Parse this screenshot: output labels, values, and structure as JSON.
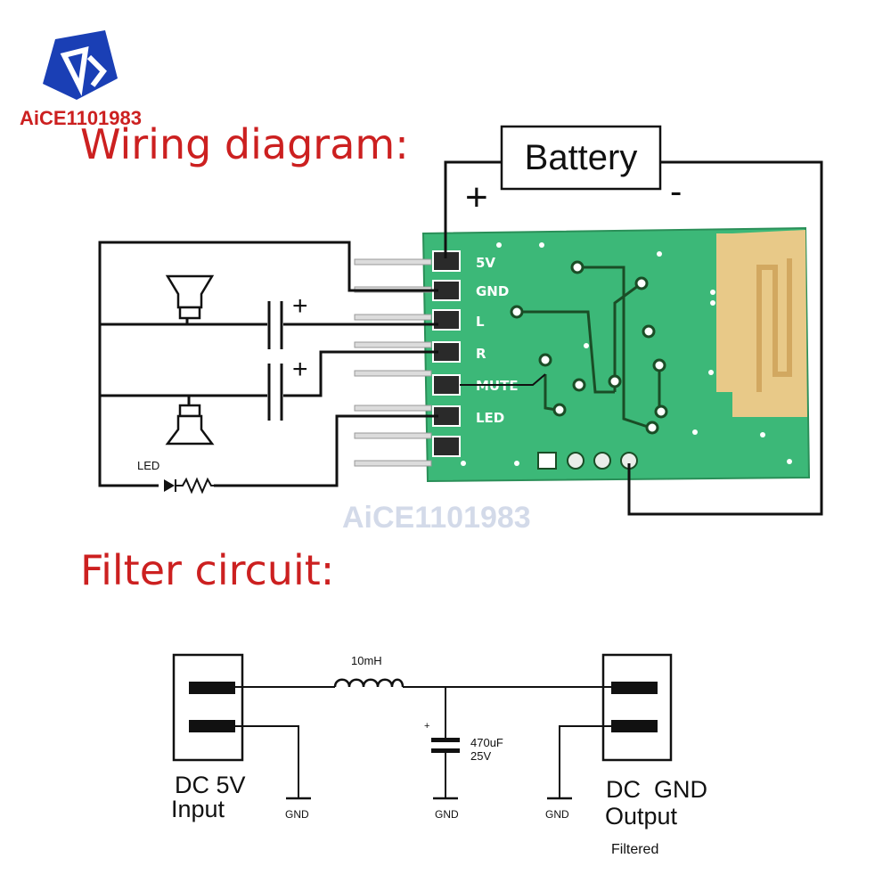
{
  "logo": {
    "text": "AiCE1101983",
    "colors": {
      "badge": "#1a3fb5",
      "text": "#cc2020"
    }
  },
  "watermark": {
    "text": "AiCE1101983"
  },
  "wiring": {
    "heading": "Wiring diagram:",
    "battery": {
      "label": "Battery",
      "plus": "+",
      "minus": "-"
    },
    "pins": [
      "5V",
      "GND",
      "L",
      "R",
      "MUTE",
      "LED"
    ],
    "cap_polarity": [
      "+",
      "+"
    ],
    "led_label": "LED"
  },
  "filter": {
    "heading": "Filter circuit:",
    "inductor": "10mH",
    "capacitor": {
      "plus": "+",
      "value": "470uF",
      "voltage": "25V"
    },
    "gnd_labels": [
      "GND",
      "GND",
      "GND"
    ],
    "input": {
      "line1": "DC 5V",
      "line2": "Input"
    },
    "output": {
      "line1": "DC  GND",
      "line2": "Output",
      "note": "Filtered"
    }
  },
  "colors": {
    "heading": "#cc2020",
    "pcb": "#3cb878",
    "pcb_trace": "#1a4d26",
    "antenna": "#e8c988"
  }
}
